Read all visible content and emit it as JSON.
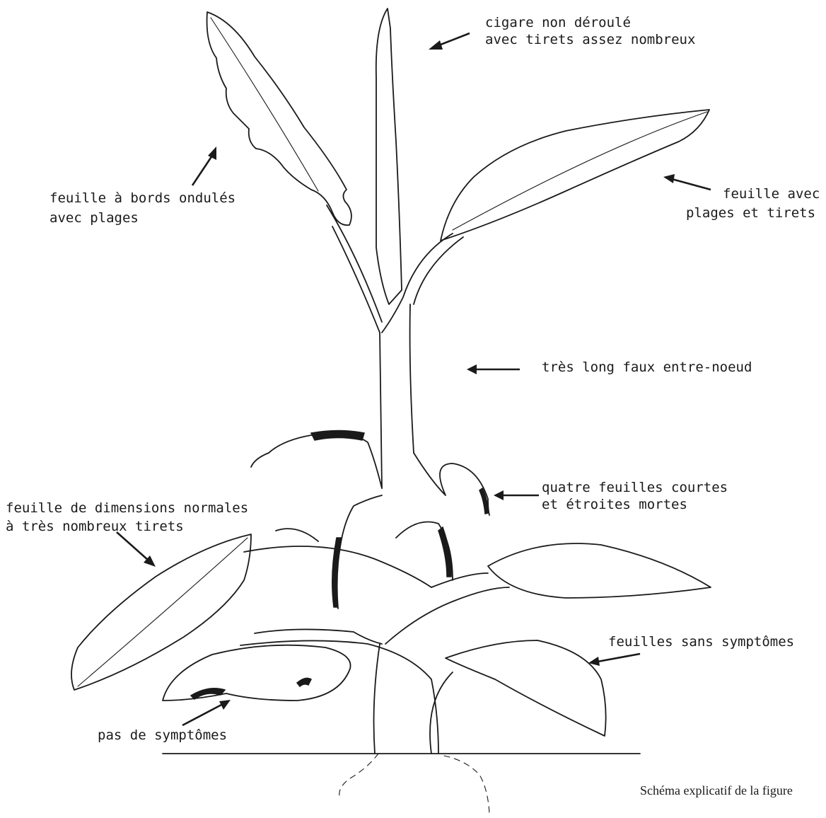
{
  "labels": {
    "cigar": {
      "line1": "cigare non déroulé",
      "line2": "avec tirets assez nombreux"
    },
    "wavy": {
      "line1": "feuille à bords ondulés",
      "line2": "avec plages"
    },
    "right_leaf": {
      "line1": "feuille avec",
      "line2": "plages et tirets"
    },
    "internode": "très long faux entre-noeud",
    "dead_leaves": {
      "line1": "quatre feuilles courtes",
      "line2": "et étroites mortes"
    },
    "normal_leaf": {
      "line1": "feuille de dimensions normales",
      "line2": "à très nombreux tirets"
    },
    "healthy": "feuilles sans symptômes",
    "no_symptoms": "pas de symptômes"
  },
  "caption": "Schéma explicatif de la figure",
  "colors": {
    "ink": "#1a1a1a",
    "paper": "#ffffff"
  }
}
